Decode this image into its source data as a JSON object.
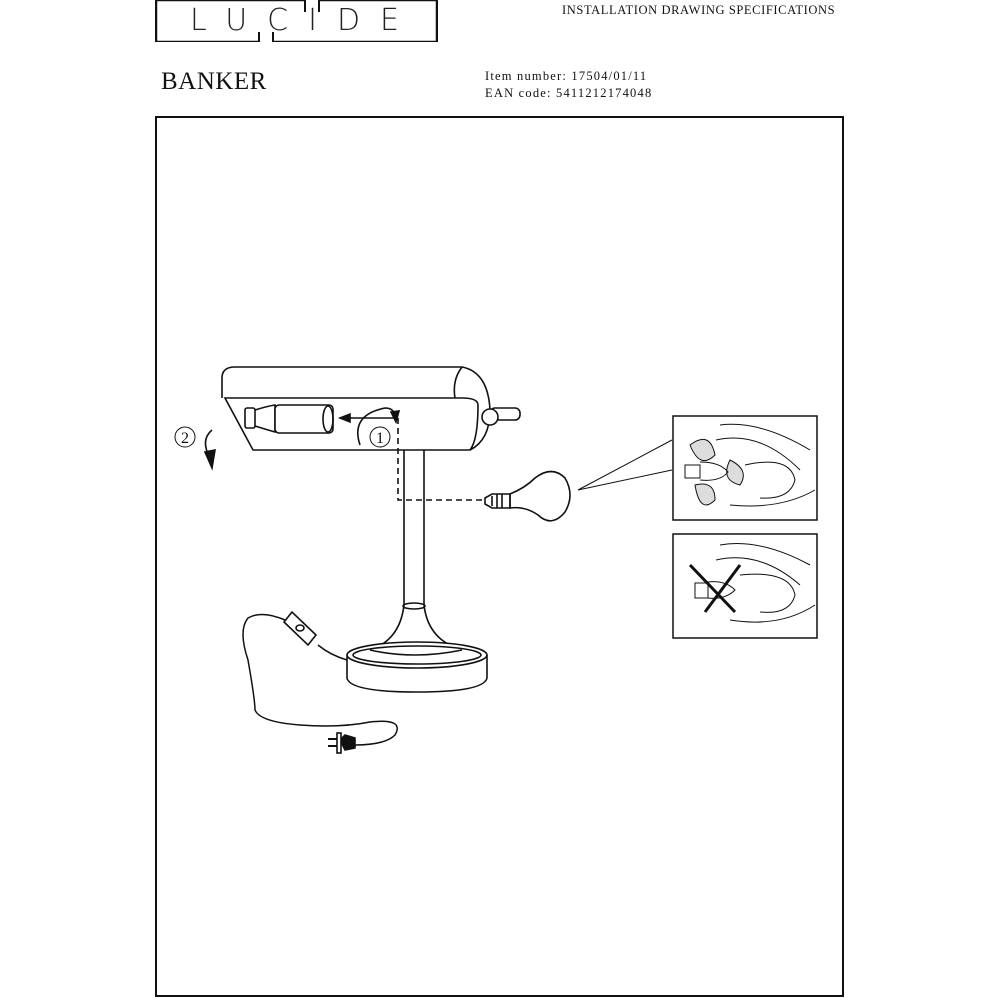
{
  "header": {
    "brand": "LUCIDE",
    "doc_type": "INSTALLATION DRAWING SPECIFICATIONS",
    "product_name": "BANKER",
    "item_number": "Item number: 17504/01/11",
    "ean_code": "EAN code: 5411212174048"
  },
  "drawing": {
    "step_1": "1",
    "step_2": "2"
  }
}
